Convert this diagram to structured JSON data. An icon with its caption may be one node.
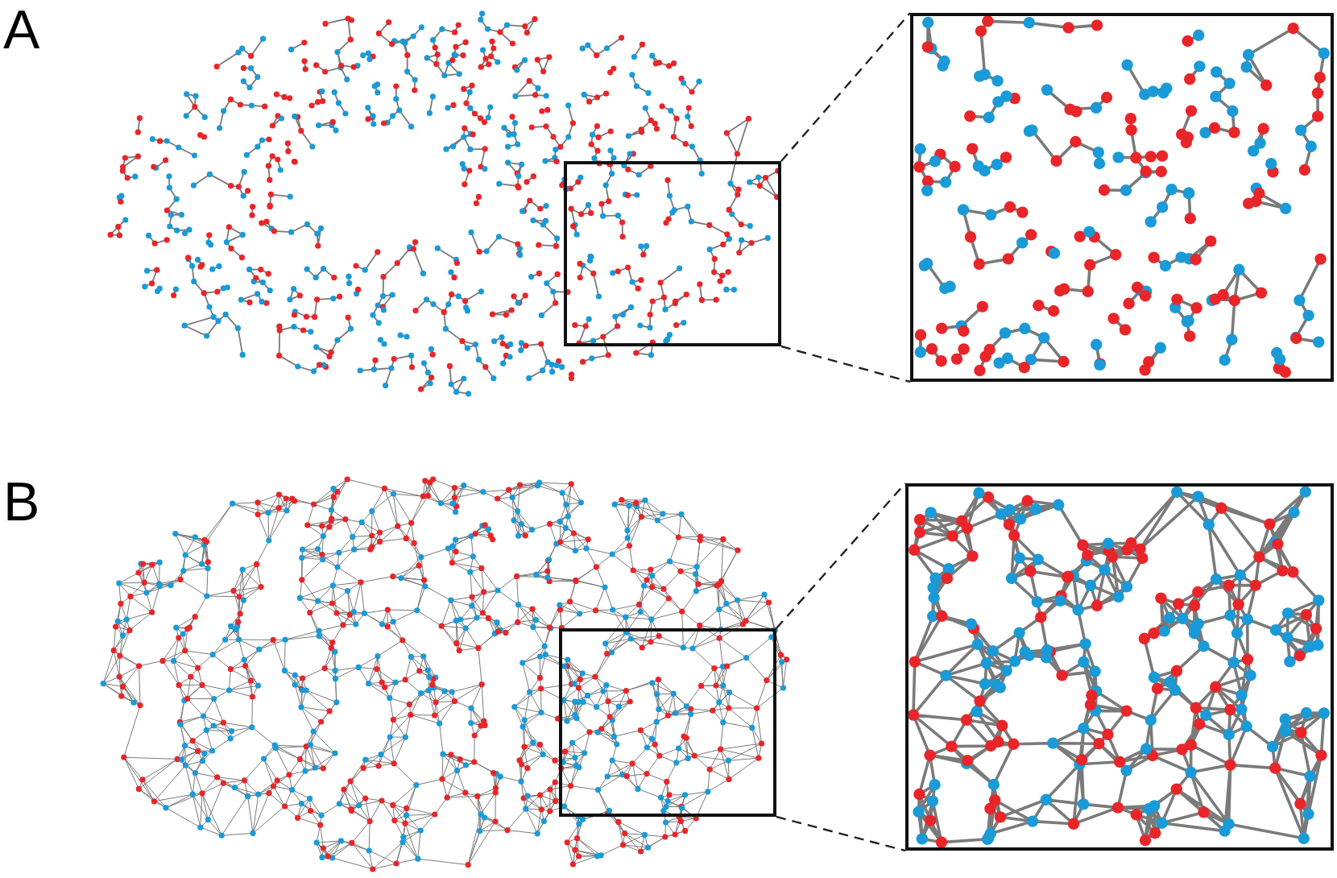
{
  "diagram": {
    "nodes": [
      {
        "text": [],
        "shape": "box"
      },
      {
        "text": [],
        "shape": "box"
      },
      {
        "text": [],
        "shape": "box"
      },
      {
        "text": [],
        "shape": "box"
      }
    ],
    "edges": [
      {
        "from": 0,
        "to": 1,
        "arrow": "none",
        "style": "dashed"
      },
      {
        "from": 0,
        "to": 1,
        "arrow": "none",
        "style": "dashed"
      },
      {
        "from": 2,
        "to": 3,
        "arrow": "none",
        "style": "dashed"
      },
      {
        "from": 2,
        "to": 3,
        "arrow": "none",
        "style": "dashed"
      }
    ],
    "labels": [
      "A",
      "B"
    ]
  }
}
